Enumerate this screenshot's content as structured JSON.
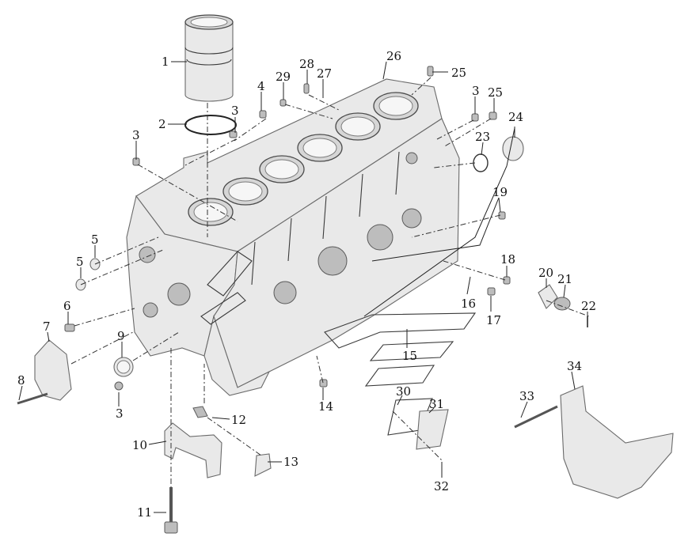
{
  "callouts": {
    "c1": "1",
    "c2": "2",
    "c3a": "3",
    "c3b": "3",
    "c3c": "3",
    "c3d": "3",
    "c4": "4",
    "c5a": "5",
    "c5b": "5",
    "c6": "6",
    "c7": "7",
    "c8": "8",
    "c9": "9",
    "c10": "10",
    "c11": "11",
    "c12": "12",
    "c13": "13",
    "c14": "14",
    "c15": "15",
    "c16": "16",
    "c17": "17",
    "c18": "18",
    "c19": "19",
    "c20": "20",
    "c21": "21",
    "c22": "22",
    "c23": "23",
    "c24": "24",
    "c25a": "25",
    "c25b": "25",
    "c26": "26",
    "c27": "27",
    "c28": "28",
    "c29": "29",
    "c30": "30",
    "c31": "31",
    "c32": "32",
    "c33": "33",
    "c34": "34"
  }
}
